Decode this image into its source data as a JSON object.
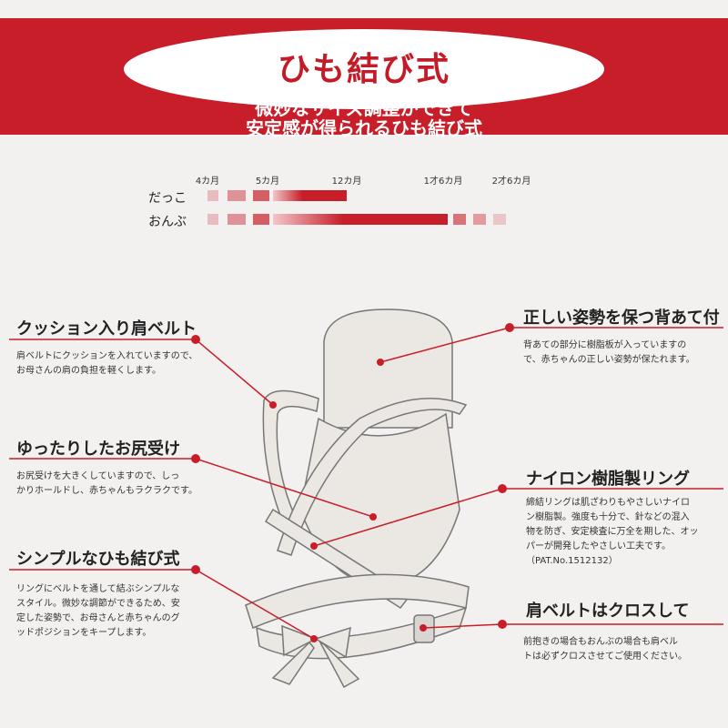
{
  "header": {
    "title": "ひも結び式",
    "subtitle_line1": "微妙なサイズ調整ができて",
    "subtitle_line2": "安定感が得られるひも結び式"
  },
  "age_chart": {
    "ages": [
      "4カ月",
      "5カ月",
      "12カ月",
      "1才6カ月",
      "2才6カ月"
    ],
    "rows": [
      {
        "label": "だっこ",
        "from": "4カ月",
        "to": "12カ月"
      },
      {
        "label": "おんぶ",
        "from": "4カ月",
        "to": "2才6カ月"
      }
    ],
    "colors": {
      "bar": "#c81e2a",
      "fade": "#f2c6c9"
    }
  },
  "features": [
    {
      "title": "クッション入り肩ベルト",
      "text": [
        "肩ベルトにクッションを入れていますので、",
        "お母さんの肩の負担を軽くします。"
      ]
    },
    {
      "title": "ゆったりしたお尻受け",
      "text": [
        "お尻受けを大きくしていますので、しっ",
        "かりホールドし、赤ちゃんもラクラクです。"
      ]
    },
    {
      "title": "シンプルなひも結び式",
      "text": [
        "リングにベルトを通して結ぶシンプルな",
        "スタイル。微妙な調節ができるため、安",
        "定した姿勢で、お母さんと赤ちゃんのグ",
        "ッドポジションをキープします。"
      ]
    },
    {
      "title": "正しい姿勢を保つ背あて付",
      "text": [
        "背あての部分に樹脂板が入っていますの",
        "で、赤ちゃんの正しい姿勢が保たれます。"
      ]
    },
    {
      "title": "ナイロン樹脂製リング",
      "text": [
        "締結リングは肌ざわりもやさしいナイロ",
        "ン樹脂製。強度も十分で、針などの混入",
        "物を防ぎ、安定検査に万全を期した、オッ",
        "パーが開発したやさしい工夫です。",
        "（PAT.No.1512132）"
      ]
    },
    {
      "title": "肩ベルトはクロスして",
      "text": [
        "前抱きの場合もおんぶの場合も肩ベル",
        "トは必ずクロスさせてご使用ください。"
      ]
    }
  ],
  "colors": {
    "accent": "#c81e2a",
    "background": "#f3f1ef",
    "product": "#e9e6e2"
  }
}
